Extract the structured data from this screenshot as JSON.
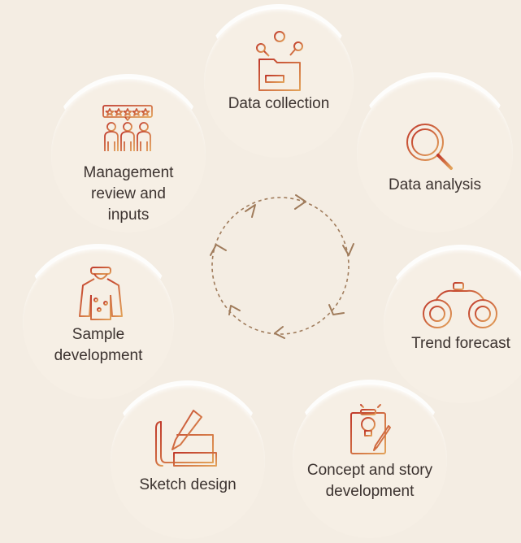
{
  "colors": {
    "background": "#f4ede3",
    "icon_gradient_start": "#b3332b",
    "icon_gradient_end": "#e2a25a",
    "cycle_line": "#a07c5c"
  },
  "steps": [
    {
      "label": "Data collection",
      "icon": "folder-with-pins-icon"
    },
    {
      "label": "Data analysis",
      "icon": "magnifier-chart-icon"
    },
    {
      "label": "Trend forecast",
      "icon": "binoculars-icon"
    },
    {
      "label": "Concept and story development",
      "icon": "idea-clipboard-icon"
    },
    {
      "label": "Sketch design",
      "icon": "pencil-ruler-icon"
    },
    {
      "label": "Sample development",
      "icon": "garment-icon"
    },
    {
      "label": "Management review and inputs",
      "icon": "team-rating-icon"
    }
  ]
}
